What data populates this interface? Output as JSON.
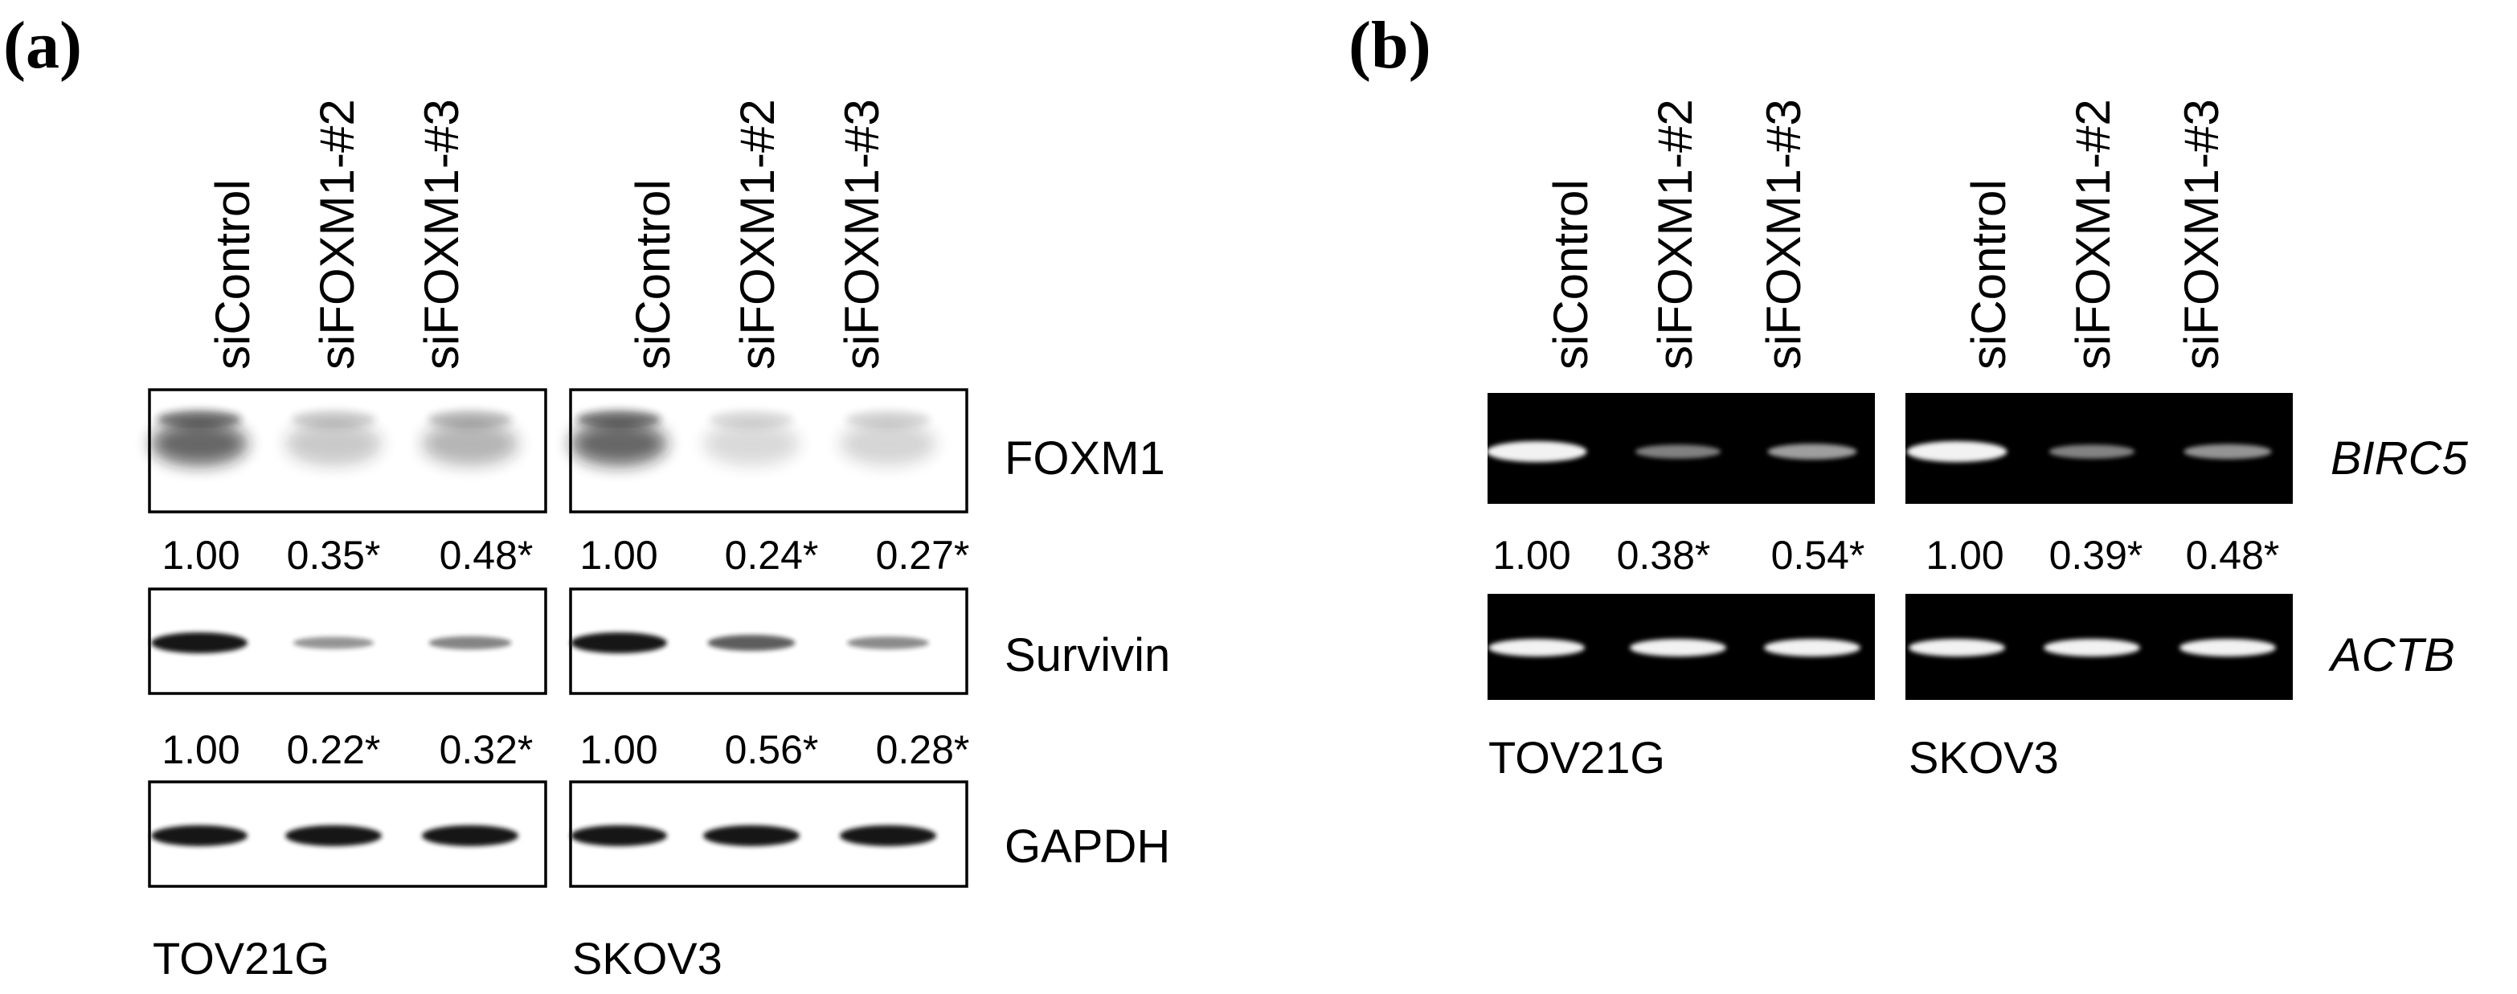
{
  "figure": {
    "panels": [
      {
        "letter": "(a)",
        "cell_lines": [
          {
            "name": "TOV21G",
            "lanes": [
              "siControl",
              "siFOXM1-#2",
              "siFOXM1-#3"
            ]
          },
          {
            "name": "SKOV3",
            "lanes": [
              "siControl",
              "siFOXM1-#2",
              "siFOXM1-#3"
            ]
          }
        ],
        "rows": [
          {
            "label": "FOXM1",
            "italic": false,
            "ratios": [
              [
                "1.00",
                "0.35*",
                "0.48*"
              ],
              [
                "1.00",
                "0.24*",
                "0.27*"
              ]
            ]
          },
          {
            "label": "Survivin",
            "italic": false,
            "ratios": [
              [
                "1.00",
                "0.22*",
                "0.32*"
              ],
              [
                "1.00",
                "0.56*",
                "0.28*"
              ]
            ]
          },
          {
            "label": "GAPDH",
            "italic": false,
            "ratios": null
          }
        ]
      },
      {
        "letter": "(b)",
        "cell_lines": [
          {
            "name": "TOV21G",
            "lanes": [
              "siControl",
              "siFOXM1-#2",
              "siFOXM1-#3"
            ]
          },
          {
            "name": "SKOV3",
            "lanes": [
              "siControl",
              "siFOXM1-#2",
              "siFOXM1-#3"
            ]
          }
        ],
        "rows": [
          {
            "label": "BIRC5",
            "italic": true,
            "ratios": [
              [
                "1.00",
                "0.38*",
                "0.54*"
              ],
              [
                "1.00",
                "0.39*",
                "0.48*"
              ]
            ]
          },
          {
            "label": "ACTB",
            "italic": true,
            "ratios": null
          }
        ]
      }
    ],
    "band_levels": {
      "a": {
        "FOXM1": [
          [
            1.0,
            0.35,
            0.48
          ],
          [
            1.0,
            0.24,
            0.27
          ]
        ],
        "Survivin": [
          [
            1.0,
            0.22,
            0.32
          ],
          [
            1.0,
            0.56,
            0.28
          ]
        ],
        "GAPDH": [
          [
            1.0,
            1.0,
            1.0
          ],
          [
            1.0,
            1.0,
            1.0
          ]
        ]
      },
      "b": {
        "BIRC5": [
          [
            1.0,
            0.38,
            0.54
          ],
          [
            1.0,
            0.39,
            0.48
          ]
        ],
        "ACTB": [
          [
            1.0,
            1.0,
            1.0
          ],
          [
            1.0,
            1.0,
            1.0
          ]
        ]
      }
    },
    "colors": {
      "blot_background": "#ffffff",
      "blot_band": "#141414",
      "gel_background": "#000000",
      "gel_band": "#f2f2f2",
      "text": "#000000"
    }
  }
}
